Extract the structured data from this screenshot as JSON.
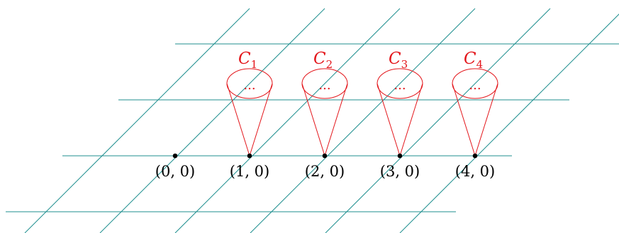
{
  "colors": {
    "grid": "#1f8f8f",
    "cone": "#e3151a",
    "point": "#000000"
  },
  "points": [
    {
      "label": "(0, 0)",
      "has_cone": false
    },
    {
      "label": "(1, 0)",
      "has_cone": true,
      "cone_label": "C",
      "cone_index": "1",
      "dots": "..."
    },
    {
      "label": "(2, 0)",
      "has_cone": true,
      "cone_label": "C",
      "cone_index": "2",
      "dots": "..."
    },
    {
      "label": "(3, 0)",
      "has_cone": true,
      "cone_label": "C",
      "cone_index": "3",
      "dots": "..."
    },
    {
      "label": "(4, 0)",
      "has_cone": true,
      "cone_label": "C",
      "cone_index": "4",
      "dots": "..."
    }
  ]
}
